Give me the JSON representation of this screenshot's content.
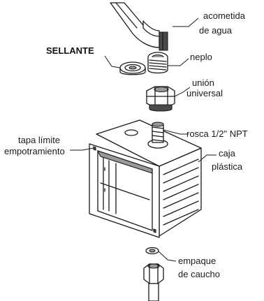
{
  "labels": {
    "acometida_line1": "acometida",
    "acometida_line2": "de agua",
    "sellante": "SELLANTE",
    "neplo": "neplo",
    "union_line1": "unión",
    "union_line2": "universal",
    "rosca": "rosca 1/2\" NPT",
    "tapa_line1": "tapa límite",
    "tapa_line2": "empotramiento",
    "caja_line1": "caja",
    "caja_line2": "plástica",
    "empaque_line1": "empaque",
    "empaque_line2": "de caucho"
  },
  "colors": {
    "ink": "#1a1a1a",
    "metal_shade": "#9a9a9a",
    "dark_shade": "#4a4a4a",
    "background": "#ffffff"
  }
}
